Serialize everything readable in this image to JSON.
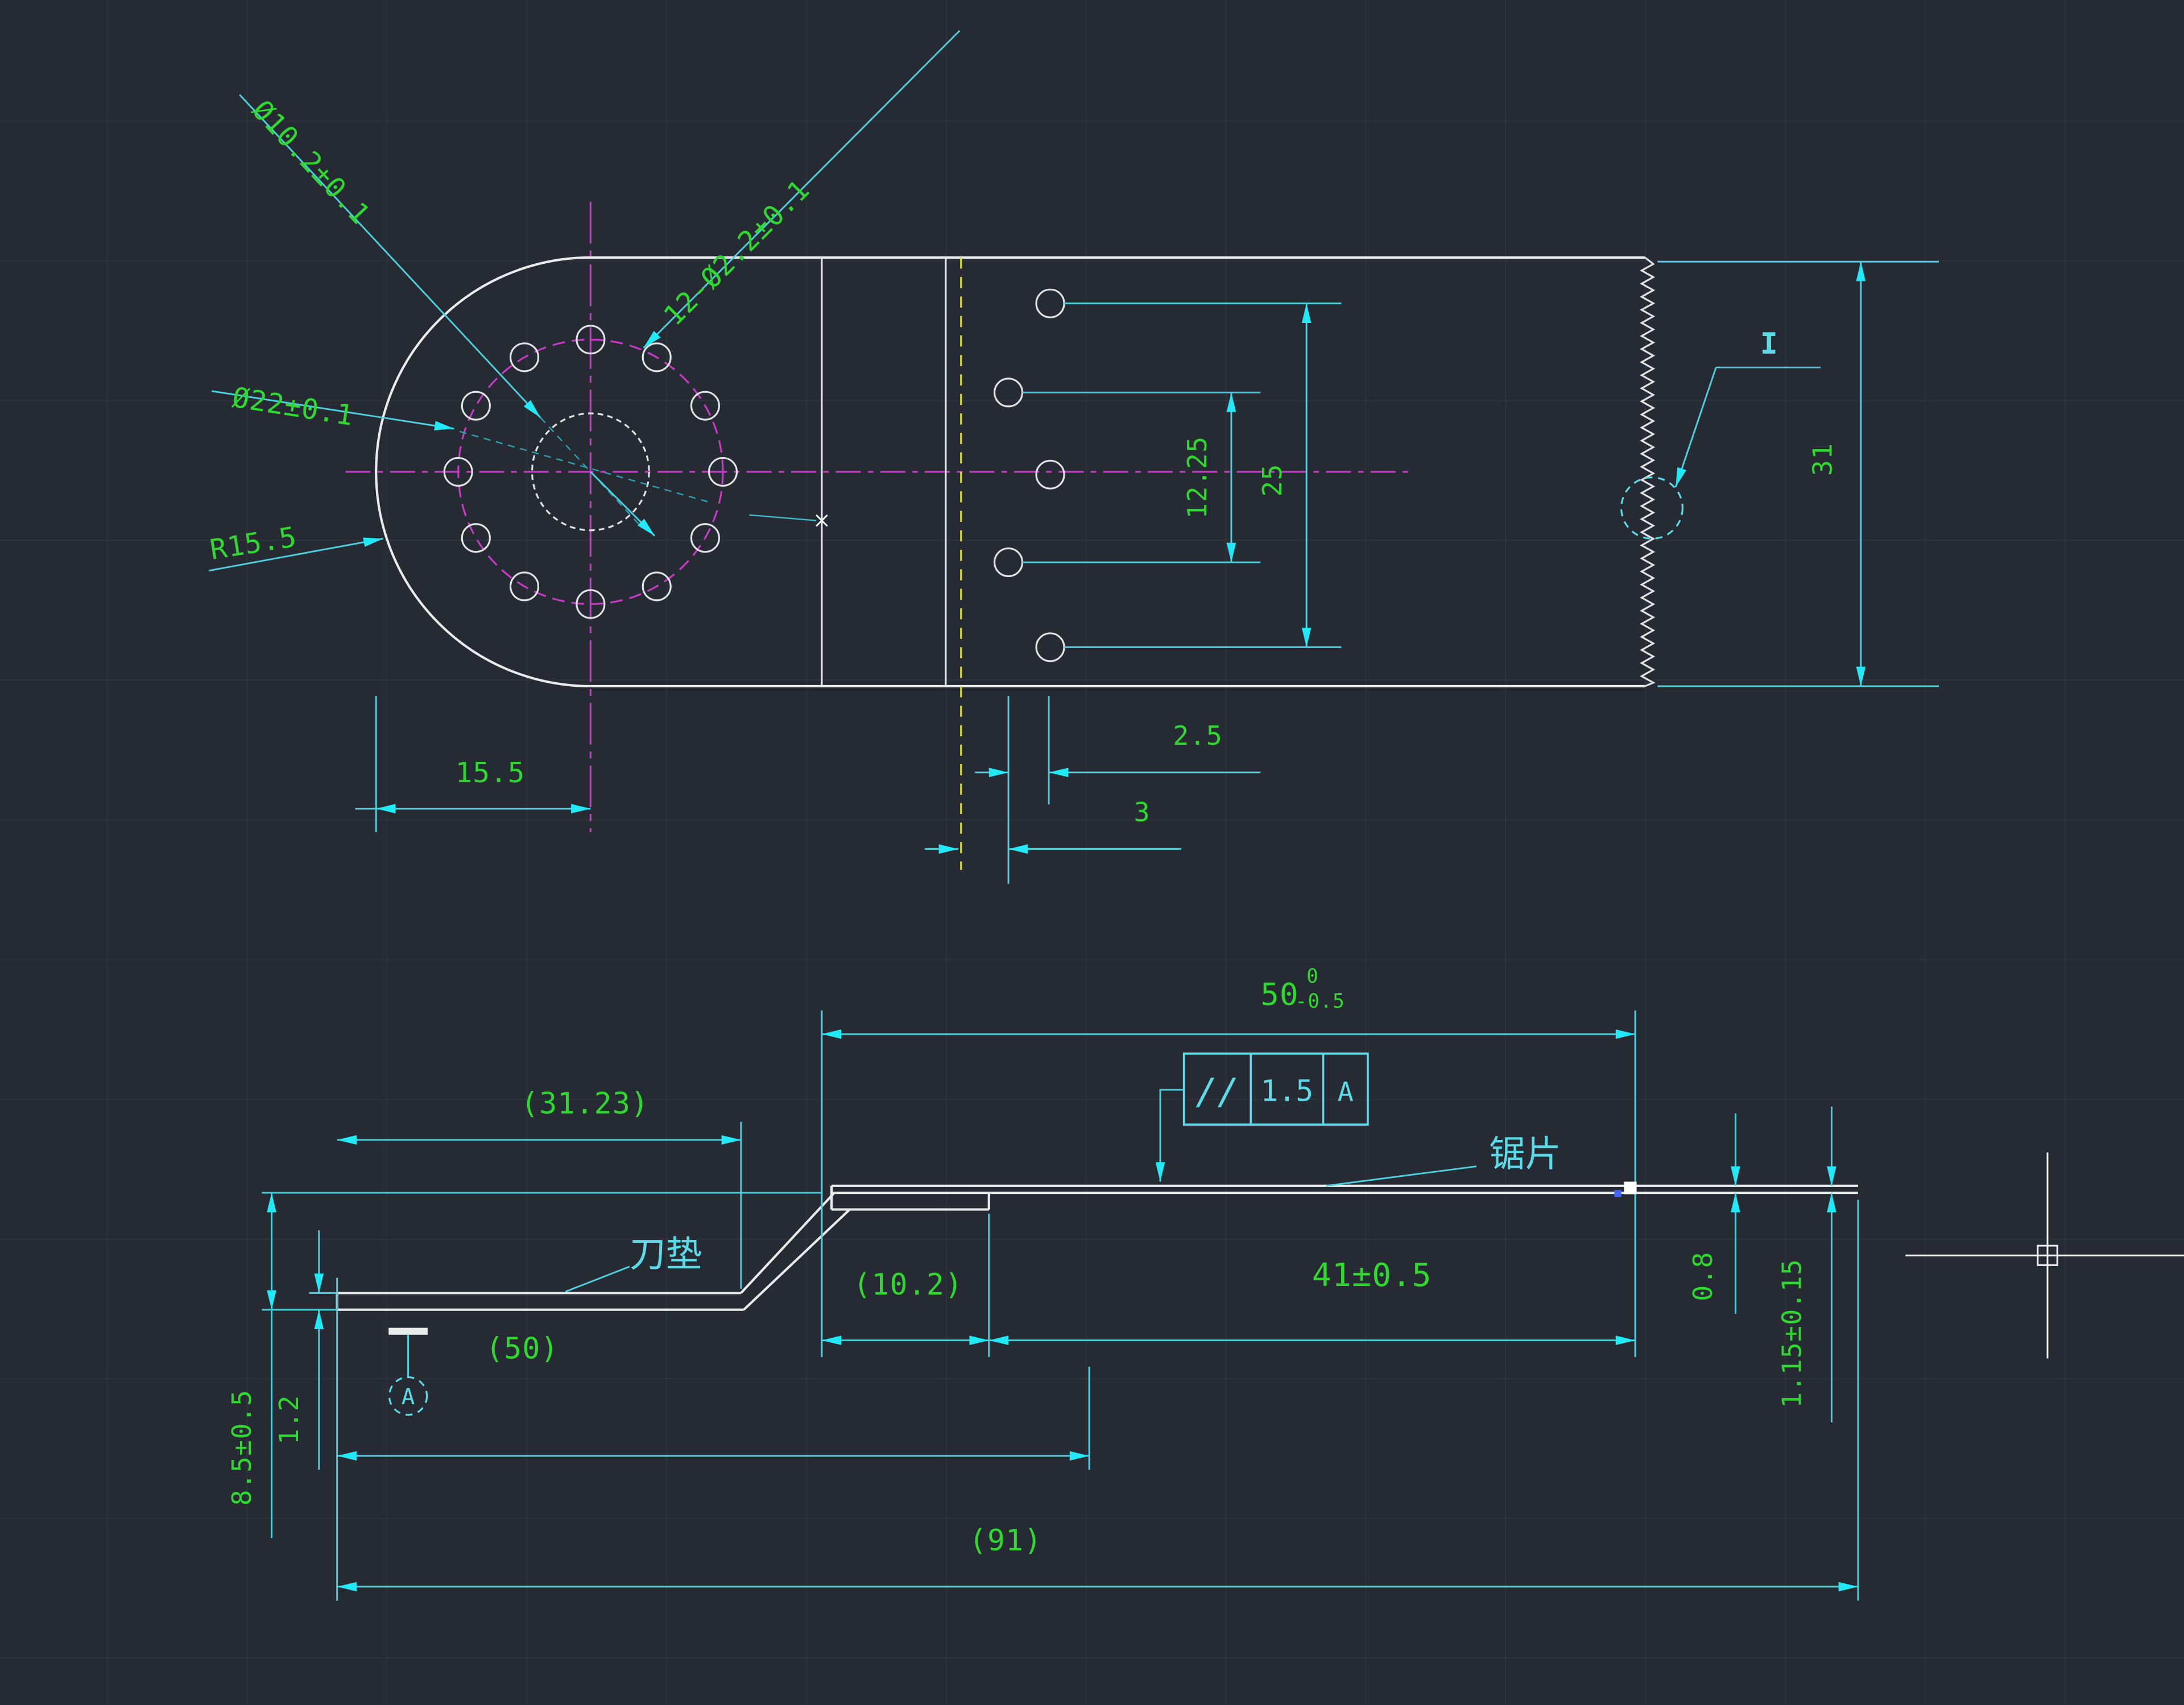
{
  "canvas": {
    "background": "#262b33",
    "colors": {
      "dimension_lines": "#4ecfdd",
      "dimension_text": "#2fd92f",
      "part_outline": "#e9eced",
      "centerline": "#c63ac6",
      "hidden_line": "#d9dc3a",
      "labels": "#5bdbe8",
      "arrow": "#21e9f7"
    }
  },
  "top_view": {
    "center_hole_dia": "Ø10.2±0.1",
    "bolt_holes": "12-Ø2.2±0.1",
    "bolt_circle_dia": "Ø22±0.1",
    "end_radius": "R15.5",
    "center_offset": "15.5",
    "hole_pitch": "12.25",
    "hole_span": "25",
    "pitch_a": "2.5",
    "pitch_b": "3",
    "width": "31",
    "detail_mark": "I"
  },
  "side_view": {
    "blade_len_nominal": "50",
    "blade_len_upper": "0",
    "blade_len_lower": "-0.5",
    "pad_flat": "(31.23)",
    "overlap": "(10.2)",
    "exposed": "41±0.5",
    "pad_total": "(50)",
    "overall": "(91)",
    "height": "8.5±0.5",
    "pad_thickness": "1.2",
    "edge_step": "0.8",
    "blade_thickness": "1.15±0.15",
    "fcf_symbol": "//",
    "fcf_tolerance": "1.5",
    "fcf_datum": "A",
    "datum_label": "A",
    "blade_label": "锯片",
    "pad_label": "刀垫"
  }
}
